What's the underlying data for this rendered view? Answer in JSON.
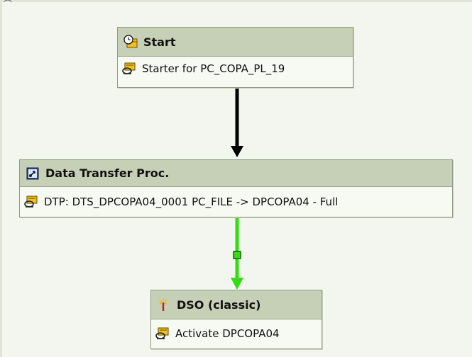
{
  "canvas": {
    "corner_glyph": "⌒"
  },
  "nodes": {
    "start": {
      "title": "Start",
      "title_icon": "clock-calendar-icon",
      "row_icon": "process-variant-icon",
      "text": "Starter for PC_COPA_PL_19"
    },
    "dtp": {
      "title": "Data Transfer Proc.",
      "title_icon": "data-transfer-icon",
      "row_icon": "process-variant-icon",
      "text": "DTP: DTS_DPCOPA04_0001 PC_FILE -> DPCOPA04 - Full"
    },
    "dso": {
      "title": "DSO (classic)",
      "title_icon": "magic-wand-icon",
      "row_icon": "process-variant-icon",
      "text": "Activate DPCOPA04"
    }
  },
  "connectors": [
    {
      "from": "start",
      "to": "dtp",
      "condition": "always",
      "color": "#000000"
    },
    {
      "from": "dtp",
      "to": "dso",
      "condition": "successful",
      "color": "#33dd11"
    }
  ],
  "colors": {
    "header_bg": "#c6d0b7",
    "body_bg": "#f7faf3",
    "border": "#8f9c85",
    "success": "#33dd11"
  }
}
